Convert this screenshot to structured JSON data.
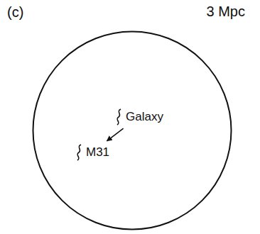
{
  "diagram": {
    "nodes": [
      {
        "text": [
          "3 Mpc"
        ]
      },
      {
        "text": [
          "Galaxy"
        ],
        "in": 0
      },
      {
        "text": [
          "M31"
        ],
        "in": 0
      }
    ],
    "edges": [
      {
        "from": 1,
        "to": 2,
        "arrow": "to"
      }
    ],
    "labels": [
      "(c)"
    ]
  }
}
